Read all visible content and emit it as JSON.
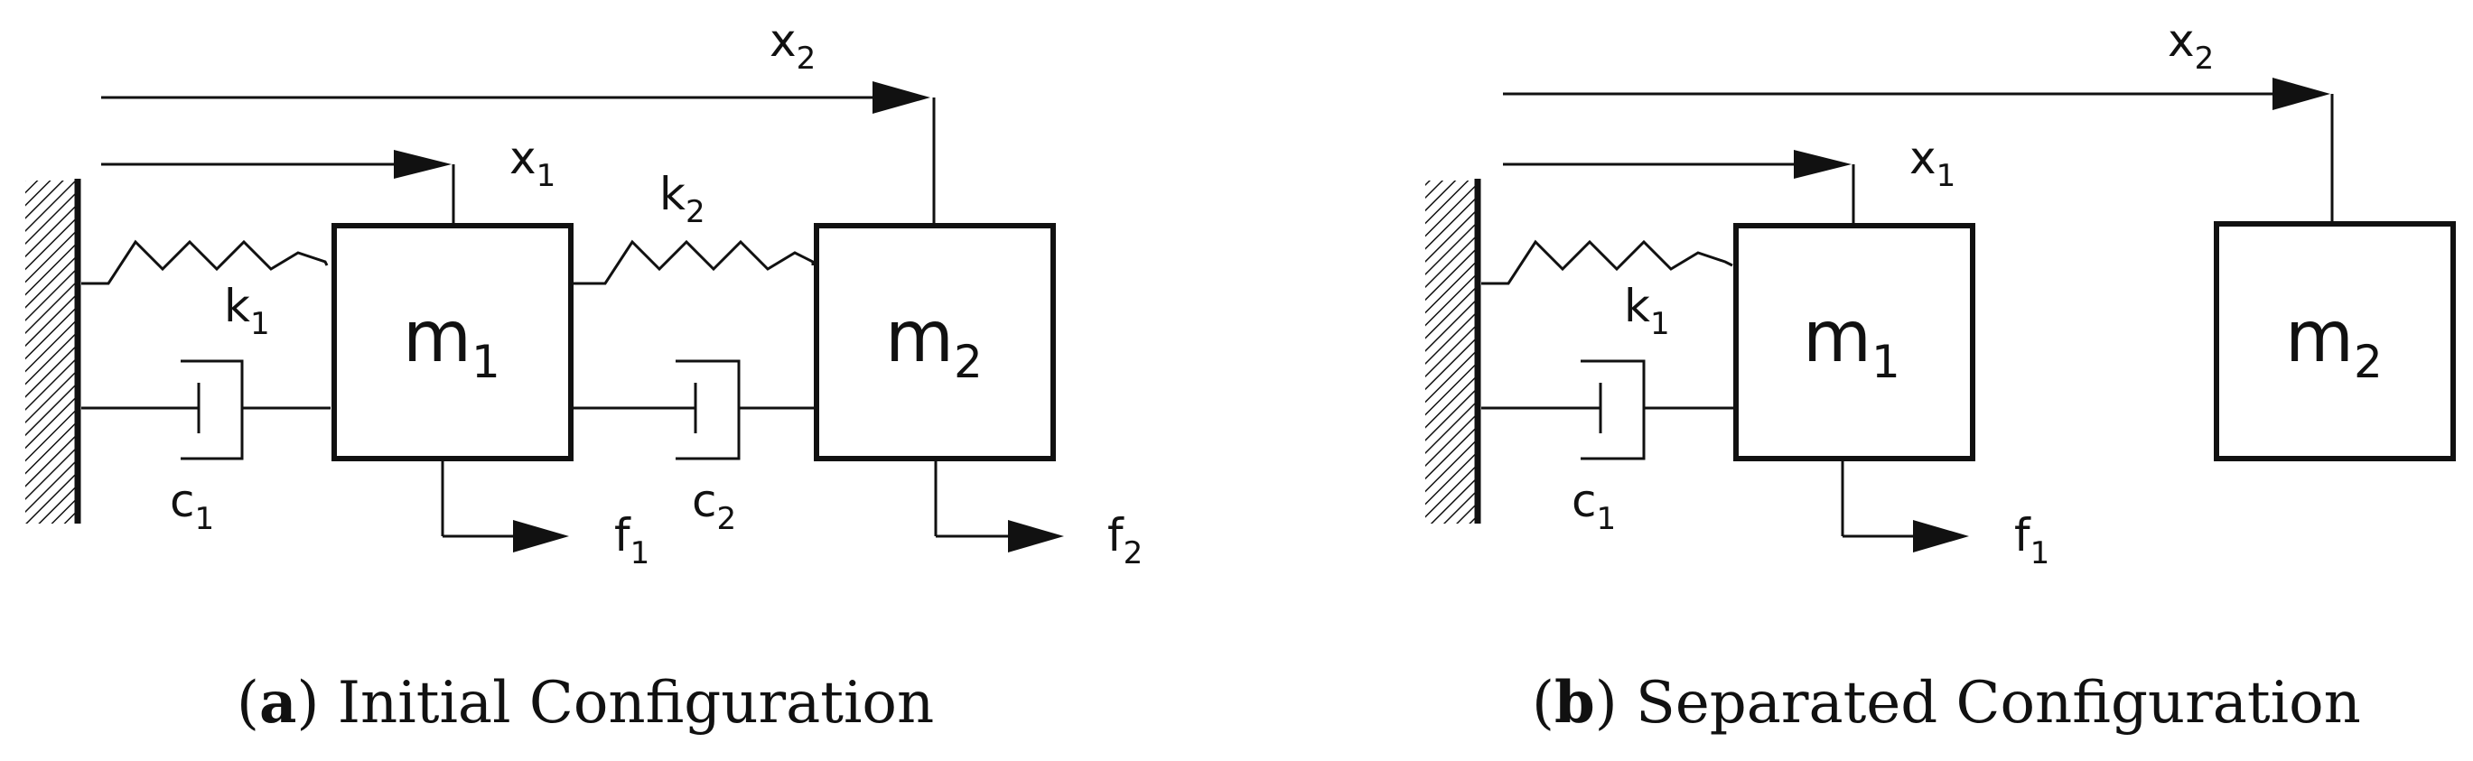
{
  "colors": {
    "ink": "#111111",
    "background": "#ffffff"
  },
  "panels": [
    {
      "id": "a",
      "caption_letter": "a",
      "caption_text": "Initial Configuration",
      "labels": {
        "x2": "x",
        "x2_sub": "2",
        "x1": "x",
        "x1_sub": "1",
        "k1": "k",
        "k1_sub": "1",
        "k2": "k",
        "k2_sub": "2",
        "c1": "c",
        "c1_sub": "1",
        "c2": "c",
        "c2_sub": "2",
        "f1": "f",
        "f1_sub": "1",
        "f2": "f",
        "f2_sub": "2",
        "m1": "m",
        "m1_sub": "1",
        "m2": "m",
        "m2_sub": "2"
      }
    },
    {
      "id": "b",
      "caption_letter": "b",
      "caption_text": "Separated Configuration",
      "labels": {
        "x2": "x",
        "x2_sub": "2",
        "x1": "x",
        "x1_sub": "1",
        "k1": "k",
        "k1_sub": "1",
        "c1": "c",
        "c1_sub": "1",
        "f1": "f",
        "f1_sub": "1",
        "m1": "m",
        "m1_sub": "1",
        "m2": "m",
        "m2_sub": "2"
      }
    }
  ]
}
